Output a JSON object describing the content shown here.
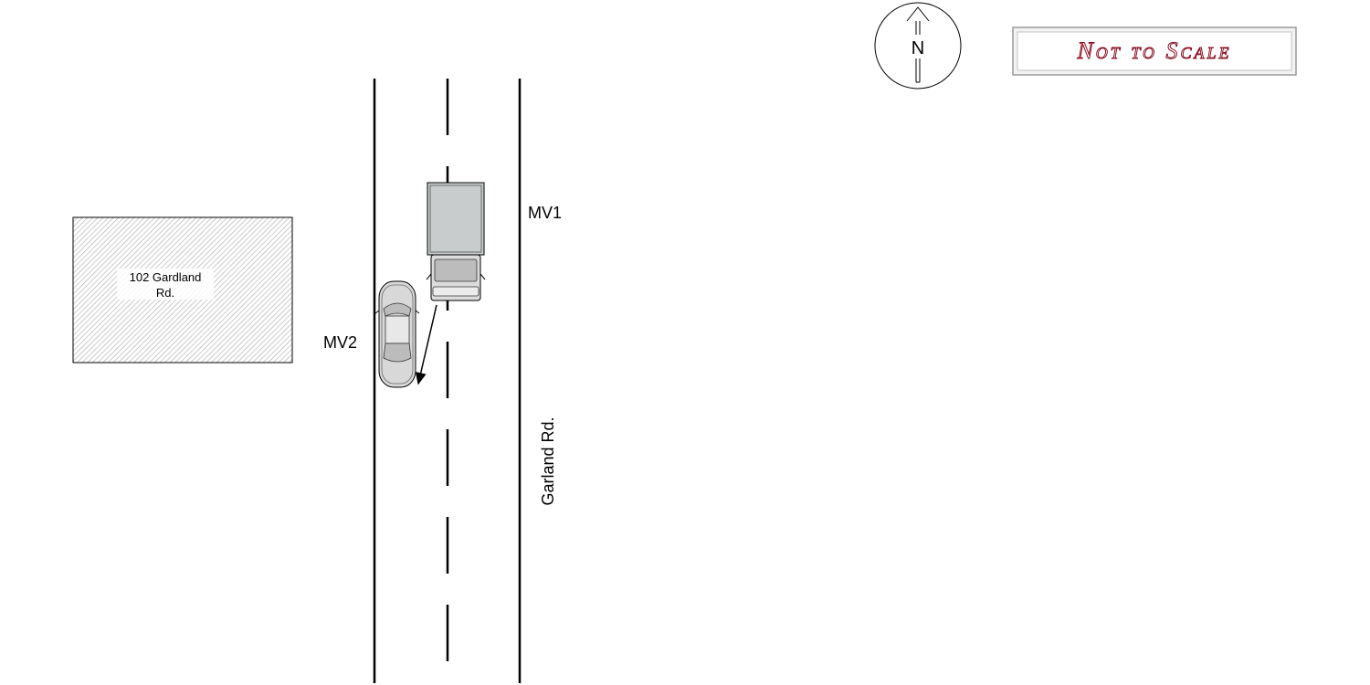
{
  "diagram": {
    "building_label_line1": "102 Gardland",
    "building_label_line2": "Rd.",
    "vehicle_1_label": "MV1",
    "vehicle_2_label": "MV2",
    "road_label": "Garland Rd.",
    "compass_label": "N",
    "scale_note": "Not to Scale"
  },
  "colors": {
    "line": "#000000",
    "building_hatch": "#a8a8a8",
    "truck_cargo": "#c8cccc",
    "vehicle_body": "#d8d8d8",
    "scale_text": "#8b1020",
    "scale_box_border": "#9a9a9a"
  }
}
